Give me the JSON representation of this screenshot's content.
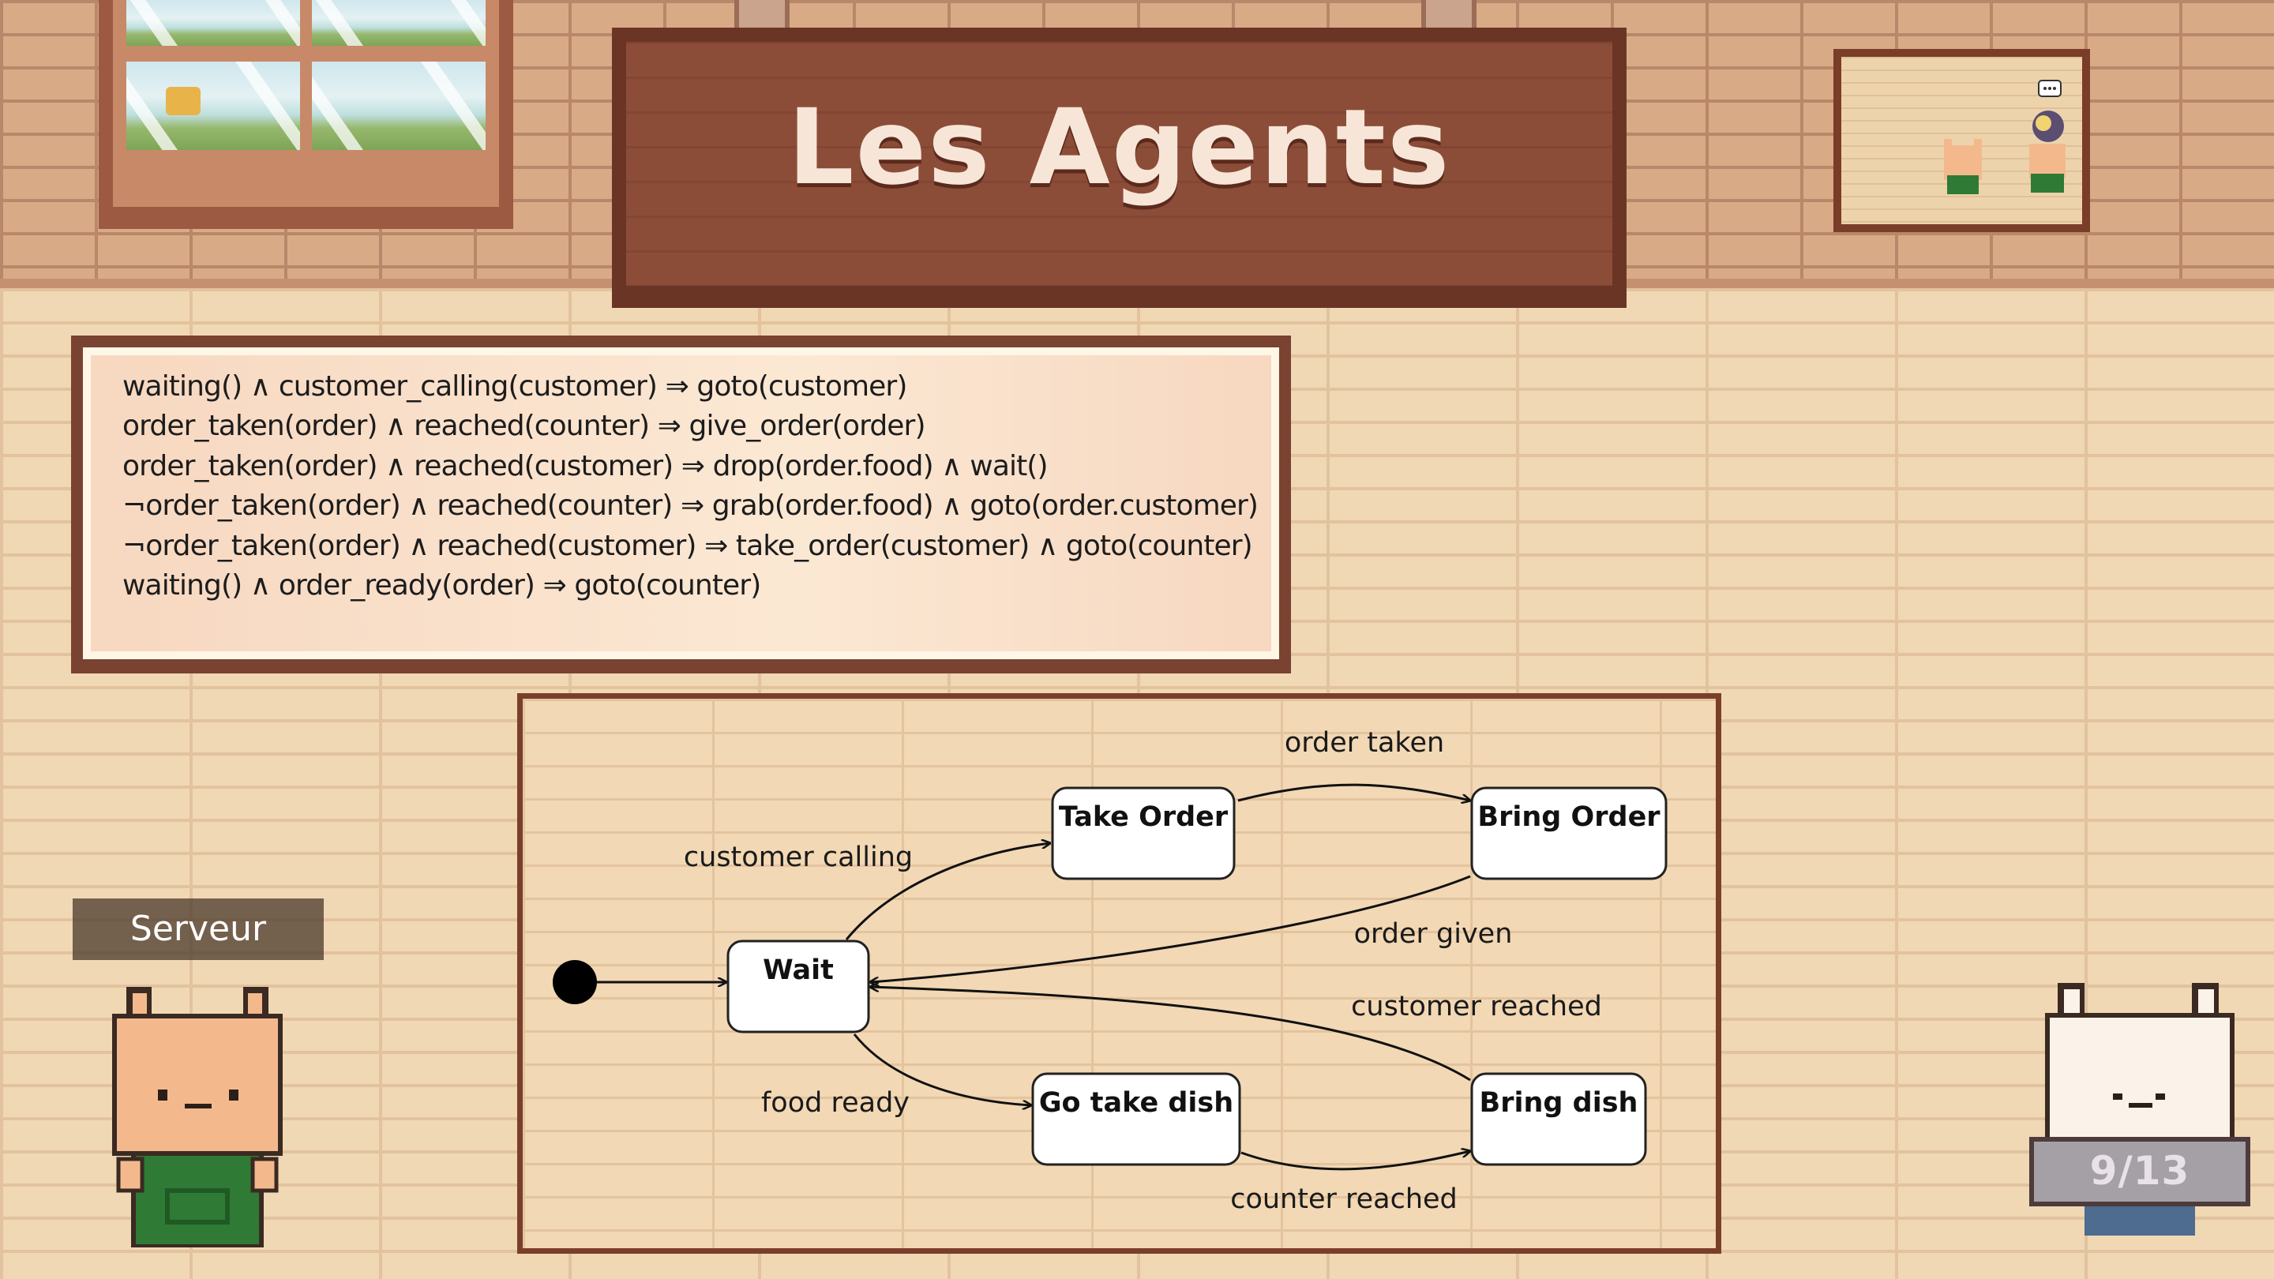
{
  "title": "Les Agents",
  "rules": [
    "waiting() ∧ customer_calling(customer) ⇒ goto(customer)",
    "order_taken(order) ∧ reached(counter) ⇒ give_order(order)",
    "order_taken(order) ∧ reached(customer) ⇒ drop(order.food) ∧ wait()",
    "¬order_taken(order) ∧ reached(counter) ⇒ grab(order.food) ∧ goto(order.customer)",
    "¬order_taken(order) ∧ reached(customer) ⇒ take_order(customer) ∧ goto(counter)",
    "waiting() ∧ order_ready(order) ⇒ goto(counter)"
  ],
  "diagram": {
    "states": {
      "wait": "Wait",
      "take_order": "Take Order",
      "bring_order": "Bring Order",
      "go_take_dish": "Go take dish",
      "bring_dish": "Bring dish"
    },
    "transitions": {
      "customer_calling": "customer calling",
      "order_taken": "order taken",
      "order_given": "order given",
      "customer_reached": "customer reached",
      "food_ready": "food ready",
      "counter_reached": "counter reached"
    }
  },
  "character_label": "Serveur",
  "page_indicator": "9/13",
  "minimap": {
    "speech_icon": "speech-bubble-icon"
  },
  "colors": {
    "wood_dark": "#6b3526",
    "wood": "#8c4d38",
    "title_text": "#f7e6d8",
    "wall": "#f0d8b4",
    "apron": "#2f7a34",
    "cat_orange": "#f3b98d",
    "cat_white": "#fbf2ea"
  }
}
